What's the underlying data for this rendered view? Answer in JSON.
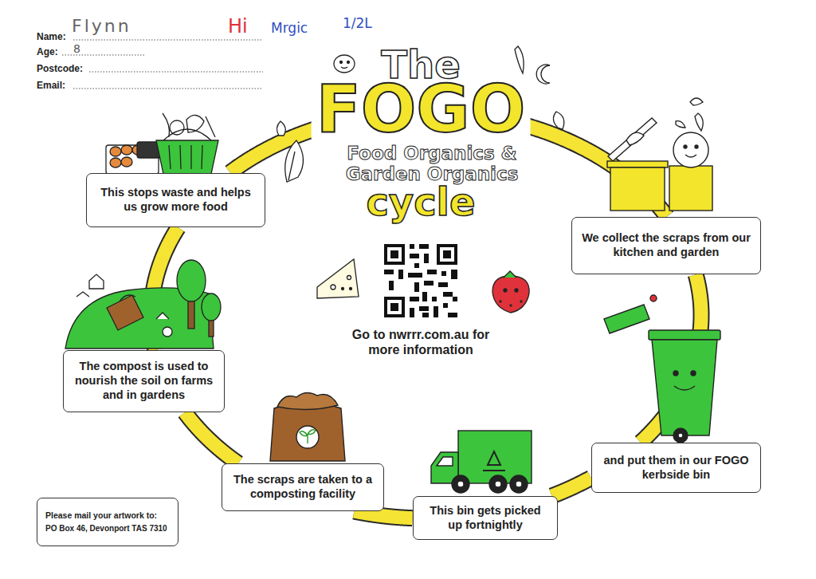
{
  "diagram": {
    "nodes": [
      {
        "text": [
          "We collect the scraps from our kitchen and garden"
        ]
      },
      {
        "text": [
          "and put them in our FOGO kerbside bin"
        ]
      },
      {
        "text": [
          "This bin gets picked up fortnightly"
        ]
      },
      {
        "text": [
          "The scraps are taken to a composting facility"
        ]
      },
      {
        "text": [
          "The compost is used to nourish the soil on farms and in gardens"
        ]
      },
      {
        "text": [
          "This stops waste and helps us grow more food"
        ]
      },
      {
        "text": [
          "Please mail your artwork to:",
          "PO Box 46, Devonport TAS 7310"
        ]
      }
    ],
    "edges": [
      {
        "from": 0,
        "to": 1,
        "arrow": "none"
      },
      {
        "from": 1,
        "to": 2,
        "arrow": "none"
      },
      {
        "from": 2,
        "to": 3,
        "arrow": "none"
      },
      {
        "from": 3,
        "to": 4,
        "arrow": "none"
      },
      {
        "from": 4,
        "to": 5,
        "arrow": "none"
      },
      {
        "from": 5,
        "to": 0,
        "arrow": "none"
      }
    ],
    "labels": [
      "Name:",
      "Flynn",
      "Hi",
      "Mrgic",
      "1/2L",
      "Age:",
      "8",
      "Postcode:",
      "Email:",
      "The",
      "FOGO",
      "Food Organics & Garden Organics",
      "cycle",
      "Go to nwrrr.com.au for more information"
    ]
  }
}
